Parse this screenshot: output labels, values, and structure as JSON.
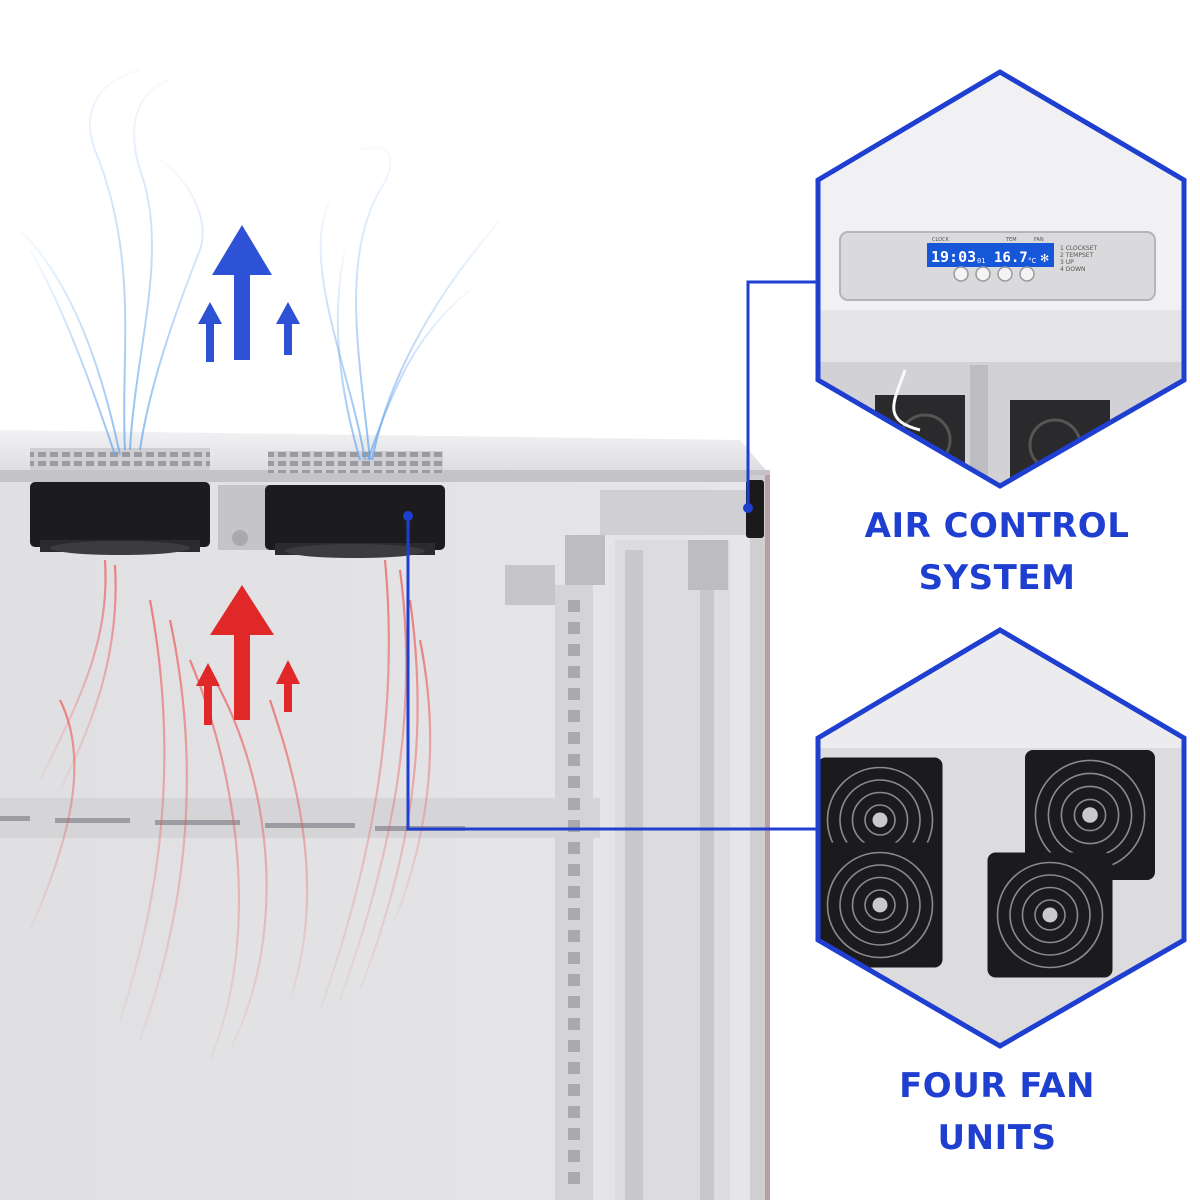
{
  "callouts": {
    "air_control": {
      "line1": "AIR CONTROL",
      "line2": "SYSTEM"
    },
    "fans": {
      "line1": "FOUR FAN",
      "line2": "UNITS"
    }
  },
  "controller_display": {
    "clock": "19:03",
    "clock_suffix": "01",
    "temperature": "16.7",
    "temperature_unit": "°C",
    "header_clock": "CLOCK",
    "header_temp": "TEM",
    "header_fan": "FAN",
    "menu": [
      "1 CLOCKSET",
      "2 TEMPSET",
      "3 UP",
      "4 DOWN"
    ]
  },
  "colors": {
    "accent_blue": "#1f3fd0",
    "cool_air": "#6aa8ee",
    "warm_air": "#ec4a4a",
    "lcd": "#1656d8",
    "cabinet": "#e6e6e8"
  },
  "icons": {
    "up_arrow_blue": "up-arrow",
    "up_arrow_red": "up-arrow",
    "fan": "axial-fan"
  }
}
